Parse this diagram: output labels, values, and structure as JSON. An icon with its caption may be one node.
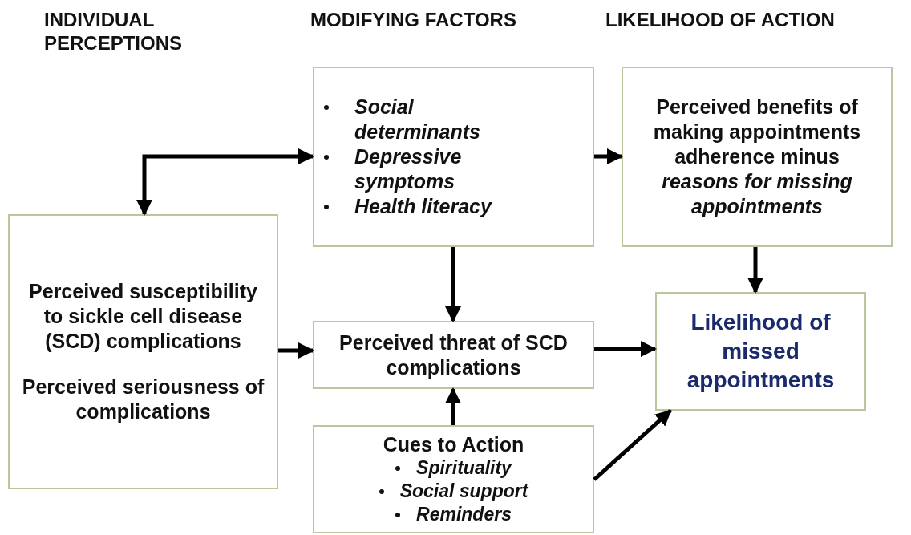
{
  "diagram": {
    "nodes": [
      {
        "text": [
          "Social determinants",
          "Depressive symptoms",
          "Health literacy"
        ]
      },
      {
        "text": [
          "Perceived benefits of making appointments adherence minus *reasons for missing appointments*"
        ]
      },
      {
        "text": [
          "Perceived susceptibility to sickle cell disease (SCD) complications",
          "Perceived seriousness of complications"
        ]
      },
      {
        "text": [
          "Perceived threat of SCD complications"
        ]
      },
      {
        "text": [
          "Likelihood of missed appointments"
        ]
      },
      {
        "text": [
          "Cues to Action",
          "Spirituality",
          "Social support",
          "Reminders"
        ]
      }
    ],
    "edges": [
      {
        "from": 2,
        "to": 0,
        "arrow": "both"
      },
      {
        "from": 0,
        "to": 1,
        "arrow": "to"
      },
      {
        "from": 1,
        "to": 4,
        "arrow": "to"
      },
      {
        "from": 0,
        "to": 3,
        "arrow": "to"
      },
      {
        "from": 2,
        "to": 3,
        "arrow": "to"
      },
      {
        "from": 3,
        "to": 4,
        "arrow": "to"
      },
      {
        "from": 5,
        "to": 3,
        "arrow": "to"
      },
      {
        "from": 5,
        "to": 4,
        "arrow": "to"
      }
    ],
    "labels": [
      "INDIVIDUAL PERCEPTIONS",
      "MODIFYING FACTORS",
      "LIKELIHOOD OF ACTION"
    ]
  }
}
